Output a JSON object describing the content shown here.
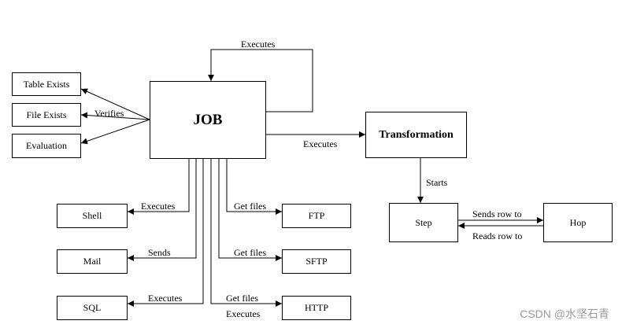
{
  "nodes": {
    "job": "JOB",
    "transformation": "Transformation",
    "table_exists": "Table Exists",
    "file_exists": "File Exists",
    "evaluation": "Evaluation",
    "shell": "Shell",
    "mail": "Mail",
    "sql": "SQL",
    "ftp": "FTP",
    "sftp": "SFTP",
    "http": "HTTP",
    "step": "Step",
    "hop": "Hop"
  },
  "edges": {
    "job_self_loop": "Executes",
    "verifies": "Verifies",
    "job_to_transformation": "Executes",
    "transformation_to_step": "Starts",
    "job_to_shell": "Executes",
    "job_to_mail": "Sends",
    "job_to_sql": "Executes",
    "job_to_ftp": "Get files",
    "job_to_sftp": "Get files",
    "job_to_http": "Get files",
    "job_to_http_bottom": "Executes",
    "step_to_hop": "Sends row to",
    "hop_to_step": "Reads row to"
  },
  "watermark": "CSDN @水坚石青"
}
